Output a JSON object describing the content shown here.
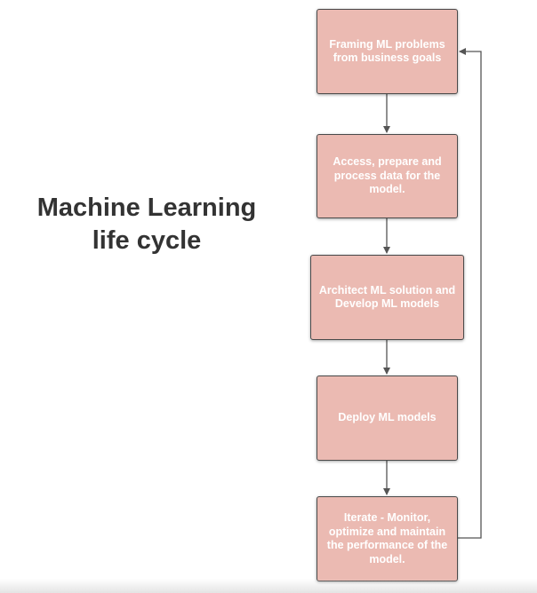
{
  "title": {
    "line1": "Machine Learning",
    "line2": "life cycle"
  },
  "steps": [
    {
      "label": "Framing ML problems from business goals"
    },
    {
      "label": "Access, prepare and process data for the model."
    },
    {
      "label": "Architect ML solution and Develop ML models"
    },
    {
      "label": "Deploy ML models"
    },
    {
      "label": "Iterate - Monitor, optimize and maintain the performance of the model."
    }
  ],
  "colors": {
    "box_fill": "#ebbab2",
    "box_border": "#4a4a4a",
    "box_text": "#ffffff",
    "title_text": "#333333",
    "connector": "#555555"
  }
}
